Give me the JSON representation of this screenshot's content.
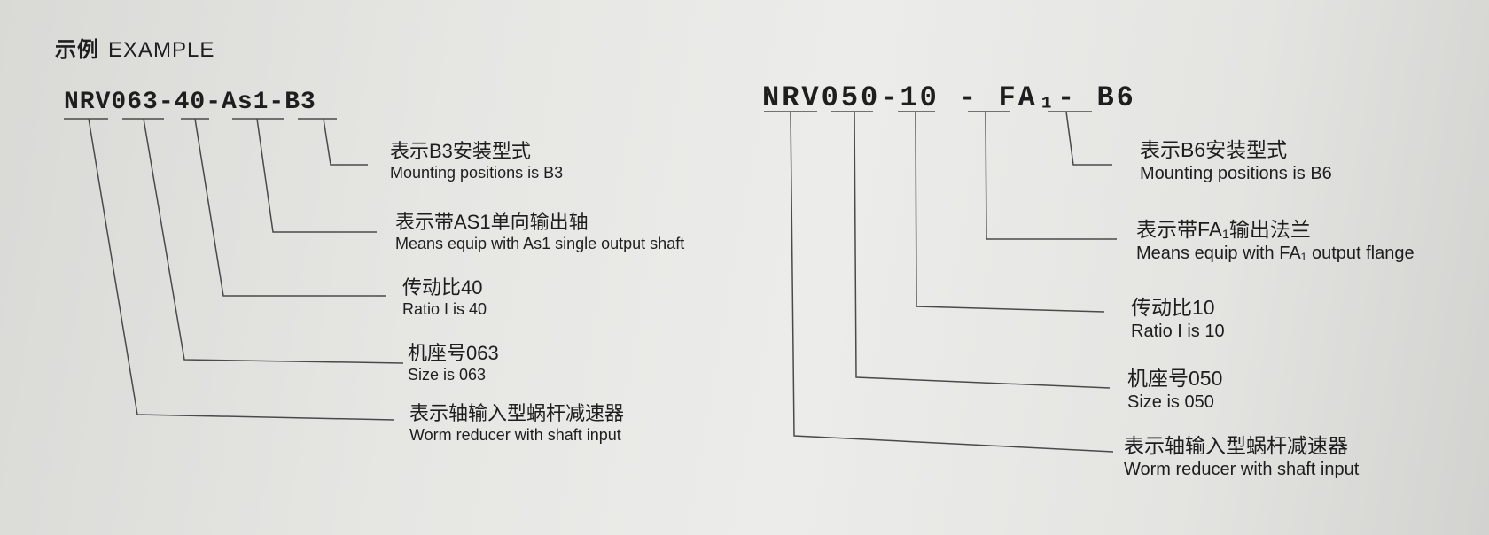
{
  "header": {
    "title_cn": "示例",
    "title_en": "EXAMPLE"
  },
  "left_example": {
    "code": "NRV063-40-As1-B3",
    "annotations": [
      {
        "cn": "表示B3安装型式",
        "en": "Mounting positions is B3"
      },
      {
        "cn": "表示带AS1单向输出轴",
        "en": "Means equip with As1 single output shaft"
      },
      {
        "cn": "传动比40",
        "en": "Ratio I is 40"
      },
      {
        "cn": "机座号063",
        "en": "Size is 063"
      },
      {
        "cn": "表示轴输入型蜗杆减速器",
        "en": "Worm reducer with shaft input"
      }
    ]
  },
  "right_example": {
    "code": "NRV050-10 - FA₁- B6",
    "annotations": [
      {
        "cn": "表示B6安装型式",
        "en": "Mounting positions is B6"
      },
      {
        "cn": "表示带FA₁输出法兰",
        "en": "Means equip with FA₁ output flange"
      },
      {
        "cn": "传动比10",
        "en": "Ratio I is 10"
      },
      {
        "cn": "机座号050",
        "en": "Size is 050"
      },
      {
        "cn": "表示轴输入型蜗杆减速器",
        "en": "Worm reducer with shaft input"
      }
    ]
  }
}
